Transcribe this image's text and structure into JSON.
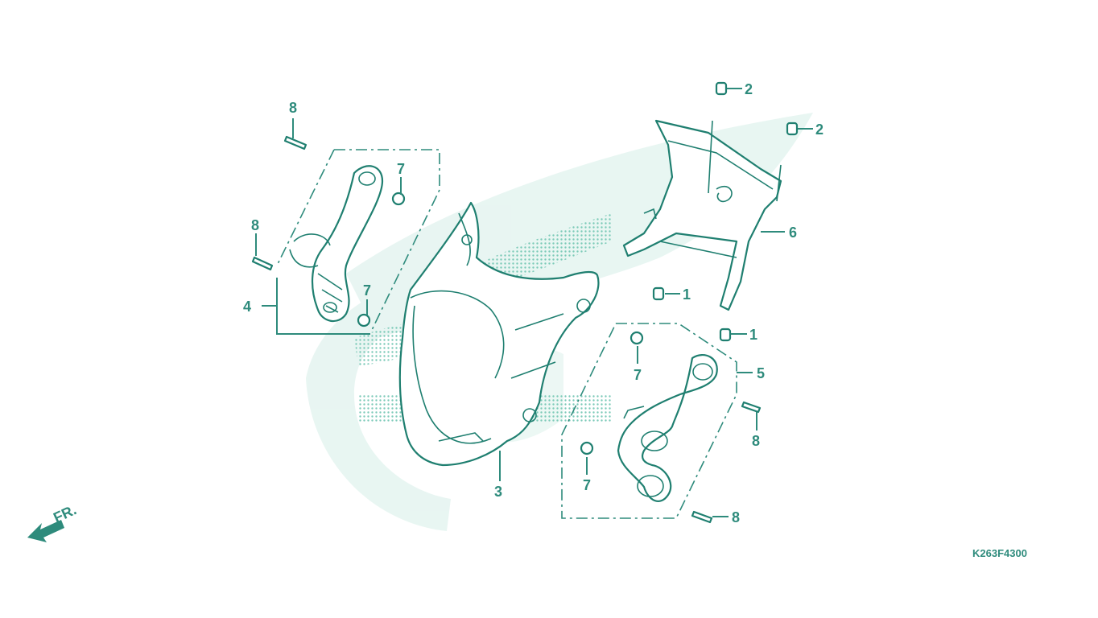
{
  "diagram": {
    "callouts": [
      {
        "id": "c1a",
        "text": "1"
      },
      {
        "id": "c1b",
        "text": "1"
      },
      {
        "id": "c2a",
        "text": "2"
      },
      {
        "id": "c2b",
        "text": "2"
      },
      {
        "id": "c3",
        "text": "3"
      },
      {
        "id": "c4",
        "text": "4"
      },
      {
        "id": "c5",
        "text": "5"
      },
      {
        "id": "c6",
        "text": "6"
      },
      {
        "id": "c7a",
        "text": "7"
      },
      {
        "id": "c7b",
        "text": "7"
      },
      {
        "id": "c7c",
        "text": "7"
      },
      {
        "id": "c7d",
        "text": "7"
      },
      {
        "id": "c8a",
        "text": "8"
      },
      {
        "id": "c8b",
        "text": "8"
      },
      {
        "id": "c8c",
        "text": "8"
      },
      {
        "id": "c8d",
        "text": "8"
      }
    ],
    "direction_label": "FR.",
    "drawing_code": "K263F4300",
    "colors": {
      "line": "#2e8b7c",
      "watermark": "#e3f4ef",
      "dots": "#8fd3c4"
    }
  }
}
